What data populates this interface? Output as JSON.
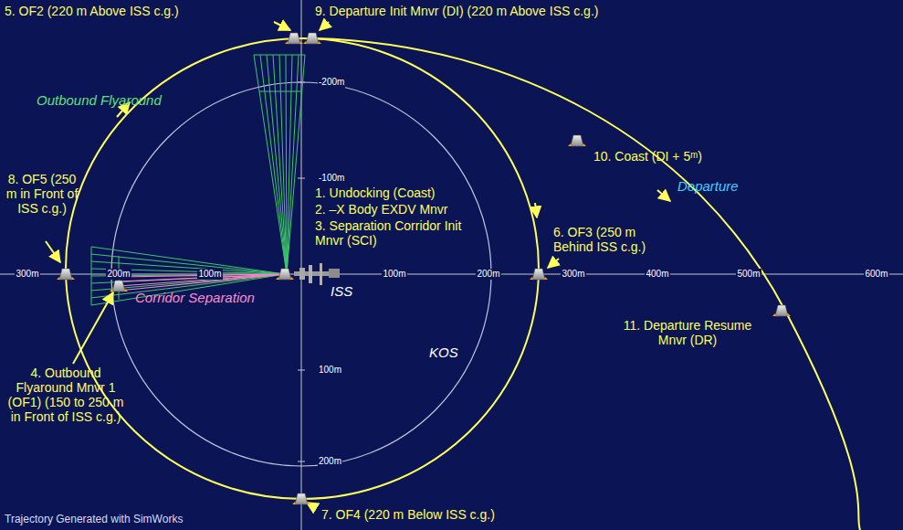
{
  "diagram": {
    "labels": [
      "5. OF2 (220 m Above ISS c.g.)",
      "9. Departure Init Mnvr (DI) (220 m Above ISS c.g.)",
      "Outbound Flyaround",
      "8. OF5 (250 m in Front of ISS c.g.)",
      "1. Undocking (Coast)",
      "2. –X Body EXDV Mnvr",
      "3. Separation Corridor Init Mnvr (SCI)",
      "10. Coast (DI + 5ᵐ)",
      "Departure",
      "6. OF3 (250 m Behind ISS c.g.)",
      "ISS",
      "Corridor Separation",
      "KOS",
      "11. Departure Resume Mnvr (DR)",
      "4. Outbound Flyaround Mnvr 1 (OF1) (150 to 250 m in Front of ISS c.g.)",
      "7. OF4 (220 m Below ISS c.g.)",
      "Trajectory Generated with SimWorks",
      "300m",
      "200m",
      "100m",
      "100m",
      "200m",
      "300m",
      "400m",
      "500m",
      "600m",
      "-200m",
      "-100m",
      "100m",
      "200m"
    ]
  }
}
